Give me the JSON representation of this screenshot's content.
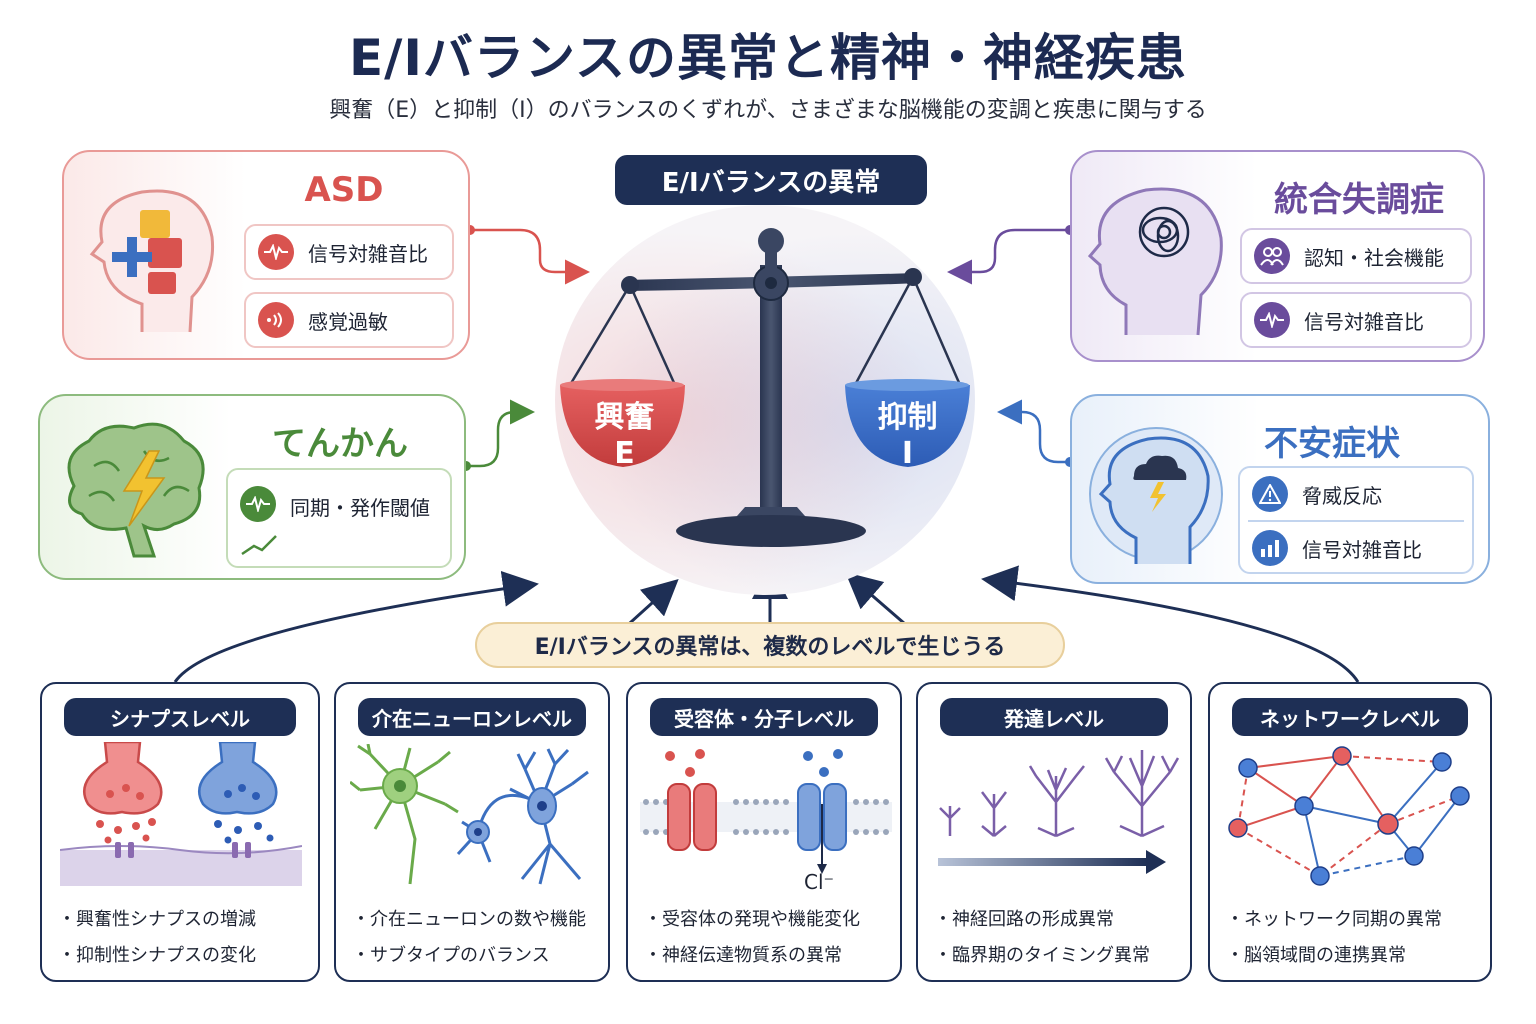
{
  "title": "E/Iバランスの異常と精神・神経疾患",
  "subtitle": "興奮（E）と抑制（I）のバランスのくずれが、さまざまな脳機能の変調と疾患に関与する",
  "center": {
    "title": "E/Iバランスの異常",
    "left_pan": {
      "line1": "興奮",
      "line2": "E"
    },
    "right_pan": {
      "line1": "抑制",
      "line2": "I"
    }
  },
  "colors": {
    "asd": "#d9534f",
    "epilepsy": "#4a8a3a",
    "schizophrenia": "#6a4c9c",
    "anxiety": "#3b6fc0",
    "navy": "#1e2f55"
  },
  "diseases": {
    "asd": {
      "title": "ASD",
      "items": [
        "信号対雑音比",
        "感覚過敏"
      ]
    },
    "epilepsy": {
      "title": "てんかん",
      "items": [
        "同期・発作閾値"
      ]
    },
    "schizophrenia": {
      "title": "統合失調症",
      "items": [
        "認知・社会機能",
        "信号対雑音比"
      ]
    },
    "anxiety": {
      "title": "不安症状",
      "items": [
        "脅威反応",
        "信号対雑音比"
      ]
    }
  },
  "banner": "E/Iバランスの異常は、複数のレベルで生じうる",
  "levels": [
    {
      "title": "シナプスレベル",
      "bullets": [
        "・興奮性シナプスの増減",
        "・抑制性シナプスの変化"
      ]
    },
    {
      "title": "介在ニューロンレベル",
      "bullets": [
        "・介在ニューロンの数や機能",
        "・サブタイプのバランス"
      ]
    },
    {
      "title": "受容体・分子レベル",
      "bullets": [
        "・受容体の発現や機能変化",
        "・神経伝達物質系の異常"
      ],
      "ion_label": "Cl⁻"
    },
    {
      "title": "発達レベル",
      "bullets": [
        "・神経回路の形成異常",
        "・臨界期のタイミング異常"
      ]
    },
    {
      "title": "ネットワークレベル",
      "bullets": [
        "・ネットワーク同期の異常",
        "・脳領域間の連携異常"
      ]
    }
  ]
}
